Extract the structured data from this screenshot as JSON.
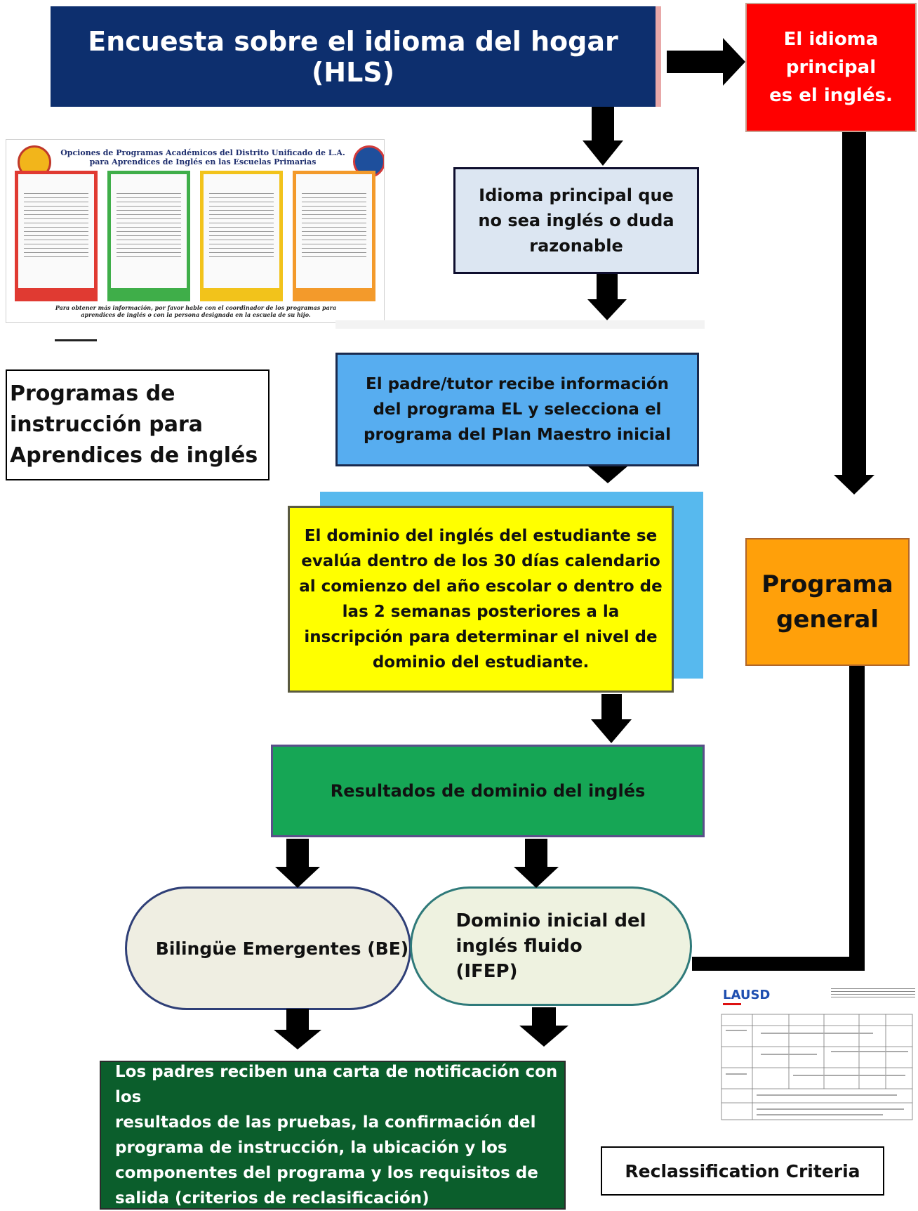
{
  "hls": {
    "title": "Encuesta sobre el idioma del hogar (HLS)"
  },
  "english_primary": {
    "text": "El idioma\nprincipal\nes el inglés."
  },
  "non_english": {
    "text": "Idioma principal que\nno sea inglés o duda\nrazonable"
  },
  "parent_info": {
    "text": "El padre/tutor recibe información\ndel programa EL y selecciona el\nprograma del Plan Maestro inicial"
  },
  "assessment": {
    "text": "El dominio del inglés del estudiante se\nevalúa dentro de los 30 días calendario\nal comienzo del año escolar o dentro de\nlas 2 semanas posteriores a la\ninscripción para determinar el nivel de\ndominio del estudiante."
  },
  "results": {
    "text": "Resultados de dominio del inglés"
  },
  "be": {
    "text": "Bilingüe Emergentes (BE)"
  },
  "ifep": {
    "text": "Dominio inicial del\n  inglés fluido\n(IFEP)"
  },
  "notification": {
    "text": "Los padres reciben una carta de notificación con los\nresultados de las pruebas, la confirmación del\nprograma de instrucción, la ubicación y los\ncomponentes del programa y los requisitos de\nsalida (criterios de reclasificación)"
  },
  "general_program": {
    "text": "Programa\ngeneral"
  },
  "instruction_programs": {
    "text": "Programas de\ninstrucción para\nAprendices de inglés"
  },
  "reclassification": {
    "text": "Reclassification Criteria"
  },
  "brochure": {
    "title": "Opciones de Programas Académicos del Distrito Unificado de L.A.\npara Aprendices de Inglés en las Escuelas Primarias",
    "footer": "Para obtener más información, por favor hable con el coordinador de los programas para\naprendices de inglés o con la persona designada en la escuela de su hijo.",
    "columns": [
      {
        "color": "#e03a32"
      },
      {
        "color": "#3fae49"
      },
      {
        "color": "#f2c31b"
      },
      {
        "color": "#f39a2b"
      }
    ]
  },
  "lausd_doc": {
    "logo": "LAUSD"
  },
  "colors": {
    "navy": "#0d2f6e",
    "red": "#ff0000",
    "lightblue": "#dce6f2",
    "skyblue": "#57adf0",
    "yellow": "#ffff00",
    "green": "#16a655",
    "darkgreen": "#0b5e2c",
    "orange": "#ffa00a",
    "beige": "#efeee2",
    "mint": "#eef2e0"
  }
}
